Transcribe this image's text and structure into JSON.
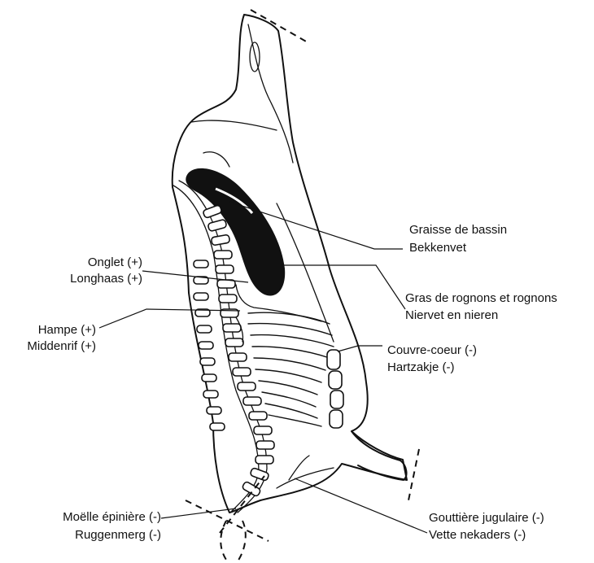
{
  "labels": {
    "graisse_bassin": "Graisse de bassin",
    "bekkenvet": "Bekkenvet",
    "onglet": "Onglet (+)",
    "longhaas": "Longhaas (+)",
    "gras_rognons": "Gras de rognons et rognons",
    "niervet": "Niervet en nieren",
    "hampe": "Hampe (+)",
    "middenrif": "Middenrif (+)",
    "couvre_coeur": "Couvre-coeur (-)",
    "hartzakje": "Hartzakje (-)",
    "moelle": "Moëlle épinière (-)",
    "ruggenmerg": "Ruggenmerg (-)",
    "gouttiere": "Gouttière jugulaire (-)",
    "vette_nekaders": "Vette nekaders (-)"
  },
  "colors": {
    "ink": "#111111",
    "background": "#ffffff"
  }
}
